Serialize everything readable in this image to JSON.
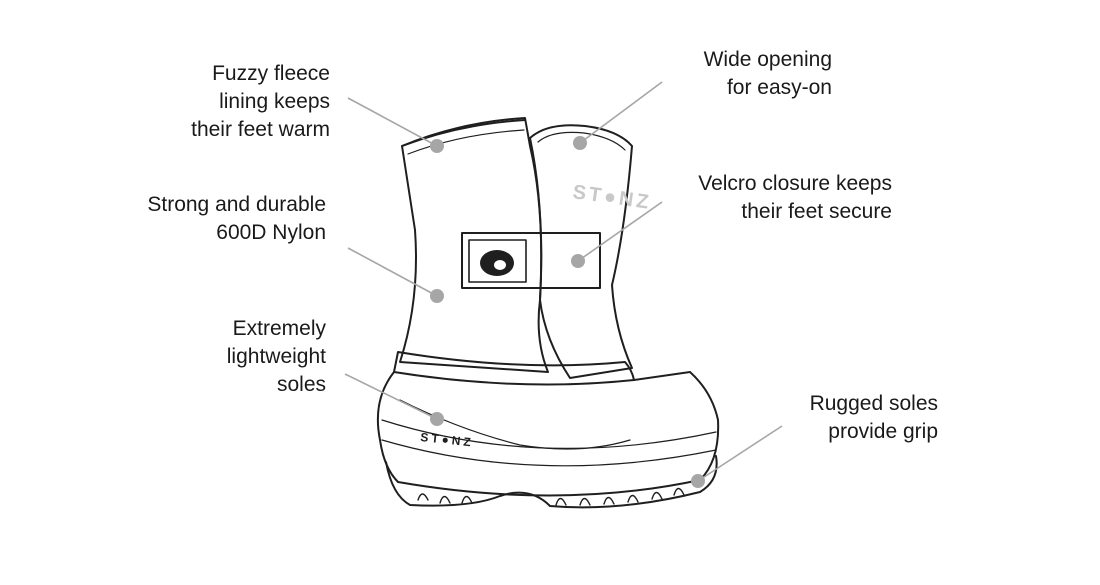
{
  "callouts": {
    "fleece": {
      "lines": [
        "Fuzzy fleece",
        "lining keeps",
        "their feet warm"
      ]
    },
    "nylon": {
      "lines": [
        "Strong and durable",
        "600D Nylon"
      ]
    },
    "soles": {
      "lines": [
        "Extremely",
        "lightweight",
        "soles"
      ]
    },
    "opening": {
      "lines": [
        "Wide opening",
        "for easy-on"
      ]
    },
    "velcro": {
      "lines": [
        "Velcro closure keeps",
        "their feet secure"
      ]
    },
    "rugged": {
      "lines": [
        "Rugged soles",
        "provide grip"
      ]
    }
  },
  "brand": {
    "upper_mark": "ST●NZ",
    "toe_mark": "ST●NZ"
  },
  "colors": {
    "outline": "#1f1f1f",
    "leader": "#a6a6a6",
    "dot": "#a6a6a6",
    "text": "#1a1a1a"
  }
}
